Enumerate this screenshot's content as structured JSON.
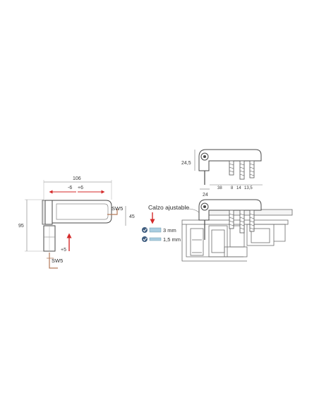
{
  "left_view": {
    "dim_width": "106",
    "dim_minus": "-6",
    "dim_plus": "+6",
    "dim_height": "95",
    "dim_side": "45",
    "dim_vertical_adjust": "+5",
    "wrench_top": "SW5",
    "wrench_bottom": "SW5"
  },
  "top_right_view": {
    "dim_height": "24,5",
    "dim_base": "24",
    "dim_a": "38",
    "dim_b": "8",
    "dim_c": "14",
    "dim_d": "13,5"
  },
  "bottom_right_view": {
    "shim_title": "Calzo ajustable",
    "shims": [
      {
        "label": "3 mm"
      },
      {
        "label": "1,5 mm"
      }
    ]
  },
  "colors": {
    "line": "#6b6b6b",
    "accent_red": "#d42a2a",
    "check_blue": "#3e5c7e",
    "shim_fill": "#a9cde0"
  }
}
